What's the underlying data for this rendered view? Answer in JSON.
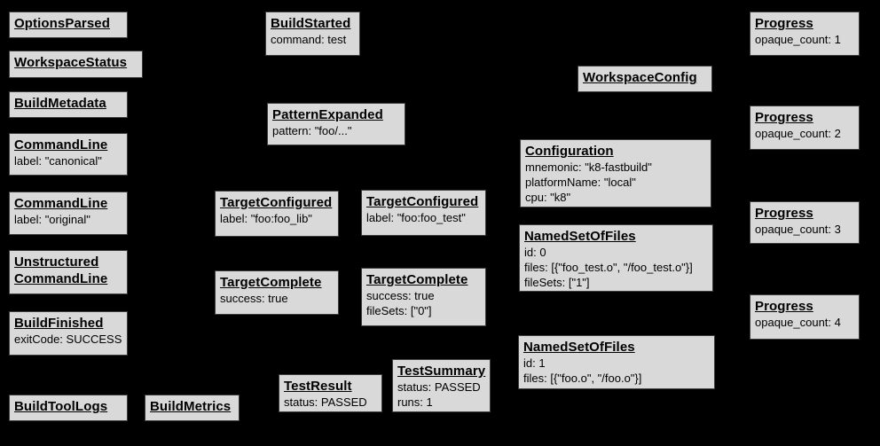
{
  "colors": {
    "background": "#000000",
    "node_fill": "#d9d9d9",
    "node_border": "#3d3d3d",
    "text": "#000000"
  },
  "nodes": [
    {
      "title": "OptionsParsed",
      "lines": []
    },
    {
      "title": "WorkspaceStatus",
      "lines": []
    },
    {
      "title": "BuildMetadata",
      "lines": []
    },
    {
      "title": "CommandLine",
      "lines": [
        "label: \"canonical\""
      ]
    },
    {
      "title": "CommandLine",
      "lines": [
        "label: \"original\""
      ]
    },
    {
      "title": "Unstructured CommandLine",
      "lines": []
    },
    {
      "title": "BuildFinished",
      "lines": [
        "exitCode: SUCCESS"
      ]
    },
    {
      "title": "BuildToolLogs",
      "lines": []
    },
    {
      "title": "BuildMetrics",
      "lines": []
    },
    {
      "title": "BuildStarted",
      "lines": [
        "command: test"
      ]
    },
    {
      "title": "PatternExpanded",
      "lines": [
        "pattern: \"foo/...\""
      ]
    },
    {
      "title": "TargetConfigured",
      "lines": [
        "label: \"foo:foo_lib\""
      ]
    },
    {
      "title": "TargetConfigured",
      "lines": [
        "label: \"foo:foo_test\""
      ]
    },
    {
      "title": "TargetComplete",
      "lines": [
        "success: true"
      ]
    },
    {
      "title": "TargetComplete",
      "lines": [
        "success: true",
        "fileSets: [\"0\"]"
      ]
    },
    {
      "title": "TestResult",
      "lines": [
        "status: PASSED"
      ]
    },
    {
      "title": "TestSummary",
      "lines": [
        "status: PASSED",
        "runs: 1"
      ]
    },
    {
      "title": "WorkspaceConfig",
      "lines": []
    },
    {
      "title": "Configuration",
      "lines": [
        "mnemonic: \"k8-fastbuild\"",
        "platformName: \"local\"",
        "cpu: \"k8\""
      ]
    },
    {
      "title": "NamedSetOfFiles",
      "lines": [
        "id: 0",
        "files: [{\"foo_test.o\", \"/foo_test.o\"}]",
        "fileSets: [\"1\"]"
      ]
    },
    {
      "title": "NamedSetOfFiles",
      "lines": [
        "id: 1",
        "files: [{\"foo.o\", \"/foo.o\"}]"
      ]
    },
    {
      "title": "Progress",
      "lines": [
        "opaque_count: 1"
      ]
    },
    {
      "title": "Progress",
      "lines": [
        "opaque_count: 2"
      ]
    },
    {
      "title": "Progress",
      "lines": [
        "opaque_count: 3"
      ]
    },
    {
      "title": "Progress",
      "lines": [
        "opaque_count: 4"
      ]
    }
  ]
}
